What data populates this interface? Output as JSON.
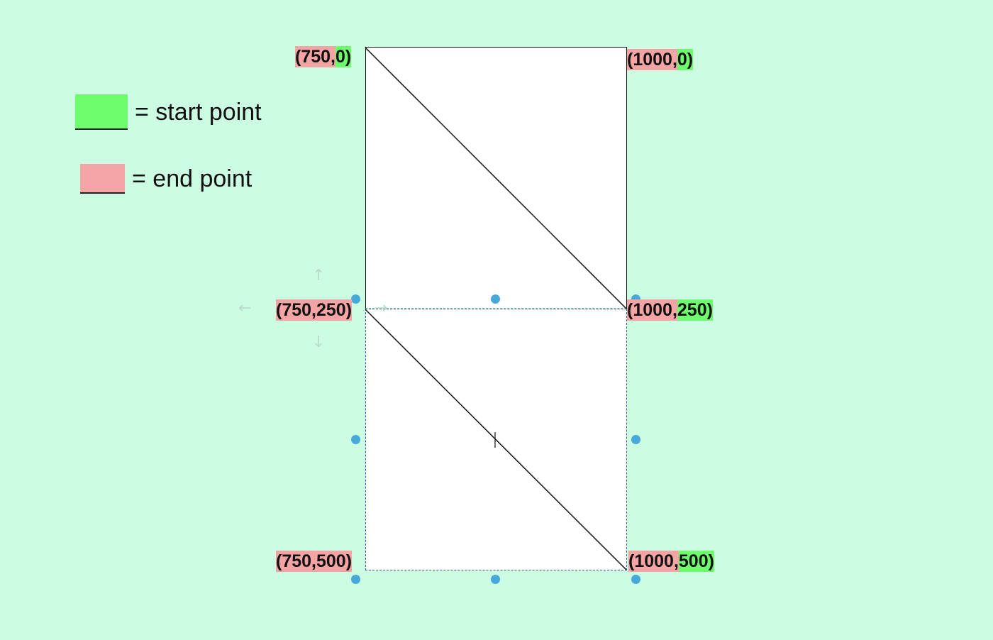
{
  "colors": {
    "background": "#ccfde3",
    "start": "#6dfd6d",
    "end": "#f4a4a4",
    "handle": "#46a9d9",
    "selection": "#2c5fa8"
  },
  "legend": {
    "start_label": "= start point",
    "end_label": "= end point"
  },
  "coords": {
    "top_left": {
      "open": "(750,",
      "close": " 0)"
    },
    "top_right": {
      "open": "(1000,",
      "mid": "0",
      "close": ")"
    },
    "middle_left": {
      "text": "(750,250)"
    },
    "middle_right": {
      "open": "(1000,",
      "mid": "250",
      "close": ")"
    },
    "bottom_left": {
      "text": "(750,500)"
    },
    "bottom_right": {
      "open": "(1000,",
      "mid": "500",
      "close": ")"
    }
  },
  "icons": {
    "arrow_up": "↑",
    "arrow_down": "↓",
    "arrow_left": "←",
    "arrow_right": "→"
  }
}
